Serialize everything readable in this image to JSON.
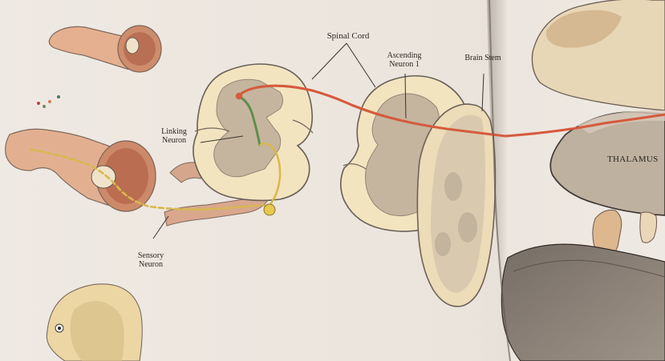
{
  "labels": {
    "spinal_cord": "Spinal Cord",
    "ascending_neuron_line1": "Ascending",
    "ascending_neuron_line2": "Neuron 1",
    "brain_stem": "Brain Stem",
    "linking_neuron_line1": "Linking",
    "linking_neuron_line2": "Neuron",
    "sensory_neuron_line1": "Sensory",
    "sensory_neuron_line2": "Neuron",
    "thalamus": "THALAMUS"
  },
  "colors": {
    "paper": "#efe9e3",
    "cord_fill": "#f2e4bf",
    "cord_stroke": "#6d6258",
    "gray_matter": "#c6b69e",
    "skin": "#d89f7a",
    "muscle": "#b8775f",
    "ascending_neuron": "#d55b3e",
    "sensory_neuron": "#d7b94b",
    "linking_neuron": "#5f8d4e",
    "thalamus_fill": "#bfb1a1",
    "brainstem_fill": "#ede0bf",
    "dark_shadow": "#2f2a28"
  }
}
